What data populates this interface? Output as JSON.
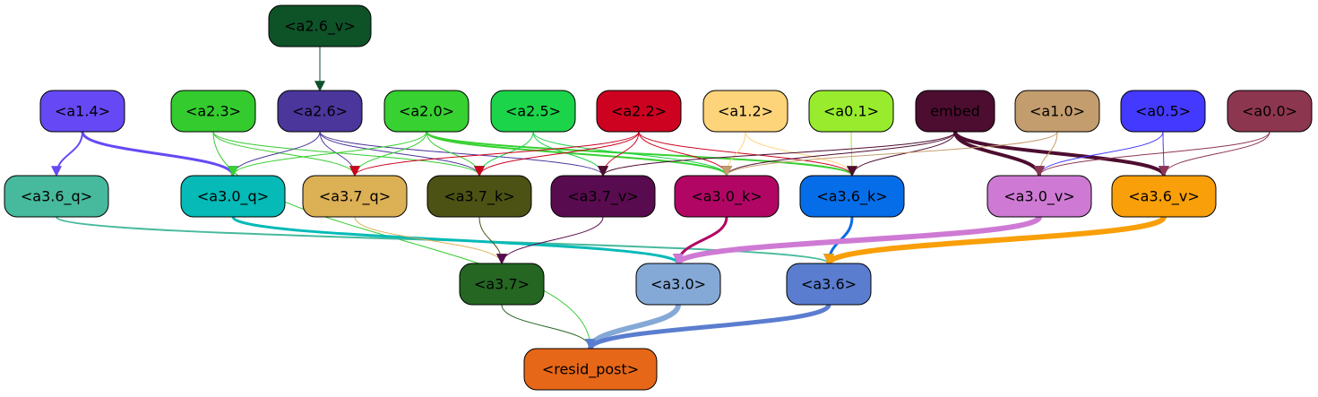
{
  "nodes": [
    {
      "id": "a2_6_v",
      "label": "<a2.6_v>",
      "fill": "#0e5228",
      "text": "#000000"
    },
    {
      "id": "a1_4",
      "label": "<a1.4>",
      "fill": "#6649f4",
      "text": "#000000"
    },
    {
      "id": "a2_3",
      "label": "<a2.3>",
      "fill": "#34cb2f",
      "text": "#000000"
    },
    {
      "id": "a2_6",
      "label": "<a2.6>",
      "fill": "#4b369c",
      "text": "#000000"
    },
    {
      "id": "a2_0",
      "label": "<a2.0>",
      "fill": "#37d131",
      "text": "#000000"
    },
    {
      "id": "a2_5",
      "label": "<a2.5>",
      "fill": "#1cd44a",
      "text": "#000000"
    },
    {
      "id": "a2_2",
      "label": "<a2.2>",
      "fill": "#cc0220",
      "text": "#000000"
    },
    {
      "id": "a1_2",
      "label": "<a1.2>",
      "fill": "#fed47a",
      "text": "#000000"
    },
    {
      "id": "a0_1",
      "label": "<a0.1>",
      "fill": "#98ec2d",
      "text": "#000000"
    },
    {
      "id": "embed",
      "label": "embed",
      "fill": "#4d0d30",
      "text": "#000000"
    },
    {
      "id": "a1_0",
      "label": "<a1.0>",
      "fill": "#c49d6e",
      "text": "#000000"
    },
    {
      "id": "a0_5",
      "label": "<a0.5>",
      "fill": "#443aff",
      "text": "#000000"
    },
    {
      "id": "a0_0",
      "label": "<a0.0>",
      "fill": "#8d3650",
      "text": "#000000"
    },
    {
      "id": "a3_6_q",
      "label": "<a3.6_q>",
      "fill": "#47b99c",
      "text": "#000000"
    },
    {
      "id": "a3_0_q",
      "label": "<a3.0_q>",
      "fill": "#05bab7",
      "text": "#000000"
    },
    {
      "id": "a3_7_q",
      "label": "<a3.7_q>",
      "fill": "#dcb054",
      "text": "#000000"
    },
    {
      "id": "a3_7_k",
      "label": "<a3.7_k>",
      "fill": "#4c5213",
      "text": "#000000"
    },
    {
      "id": "a3_7_v",
      "label": "<a3.7_v>",
      "fill": "#590b4f",
      "text": "#000000"
    },
    {
      "id": "a3_0_k",
      "label": "<a3.0_k>",
      "fill": "#b20664",
      "text": "#000000"
    },
    {
      "id": "a3_6_k",
      "label": "<a3.6_k>",
      "fill": "#066de8",
      "text": "#000000"
    },
    {
      "id": "a3_0_v",
      "label": "<a3.0_v>",
      "fill": "#ce7ad4",
      "text": "#000000"
    },
    {
      "id": "a3_6_v",
      "label": "<a3.6_v>",
      "fill": "#f89f09",
      "text": "#000000"
    },
    {
      "id": "a3_7",
      "label": "<a3.7>",
      "fill": "#246622",
      "text": "#000000"
    },
    {
      "id": "a3_0",
      "label": "<a3.0>",
      "fill": "#85a9d7",
      "text": "#000000"
    },
    {
      "id": "a3_6",
      "label": "<a3.6>",
      "fill": "#5a7dcf",
      "text": "#000000"
    },
    {
      "id": "resid_post",
      "label": "<resid_post>",
      "fill": "#e76718",
      "text": "#000000"
    }
  ],
  "edges": [
    {
      "from": "a2_6_v",
      "to": "a2_6",
      "color": "#0e5228",
      "weight": 1
    },
    {
      "from": "a1_4",
      "to": "a3_6_q",
      "color": "#6649f4",
      "weight": 2
    },
    {
      "from": "a1_4",
      "to": "a3_0_q",
      "color": "#6649f4",
      "weight": 3
    },
    {
      "from": "a2_3",
      "to": "a3_7_q",
      "color": "#34cb2f",
      "weight": 1
    },
    {
      "from": "a2_3",
      "to": "a3_7_k",
      "color": "#34cb2f",
      "weight": 1
    },
    {
      "from": "a2_3",
      "to": "resid_post",
      "color": "#34cb2f",
      "weight": 1
    },
    {
      "from": "a2_6",
      "to": "a3_0_q",
      "color": "#4b369c",
      "weight": 1
    },
    {
      "from": "a2_6",
      "to": "a3_7_q",
      "color": "#4b369c",
      "weight": 1
    },
    {
      "from": "a2_6",
      "to": "a3_7_k",
      "color": "#4b369c",
      "weight": 1
    },
    {
      "from": "a2_6",
      "to": "a3_7_v",
      "color": "#4b369c",
      "weight": 1
    },
    {
      "from": "a2_0",
      "to": "a3_0_q",
      "color": "#37d131",
      "weight": 1
    },
    {
      "from": "a2_0",
      "to": "a3_7_q",
      "color": "#37d131",
      "weight": 1
    },
    {
      "from": "a2_0",
      "to": "a3_7_k",
      "color": "#37d131",
      "weight": 1
    },
    {
      "from": "a2_0",
      "to": "a3_0_k",
      "color": "#37d131",
      "weight": 2
    },
    {
      "from": "a2_0",
      "to": "a3_6_k",
      "color": "#37d131",
      "weight": 2
    },
    {
      "from": "a2_5",
      "to": "a3_7_k",
      "color": "#1cd44a",
      "weight": 1
    },
    {
      "from": "a2_5",
      "to": "a3_7_v",
      "color": "#1cd44a",
      "weight": 1
    },
    {
      "from": "a2_5",
      "to": "a3_0_k",
      "color": "#1cd44a",
      "weight": 1
    },
    {
      "from": "a2_2",
      "to": "a3_7_q",
      "color": "#cc0220",
      "weight": 1
    },
    {
      "from": "a2_2",
      "to": "a3_7_k",
      "color": "#cc0220",
      "weight": 1
    },
    {
      "from": "a2_2",
      "to": "a3_7_v",
      "color": "#cc0220",
      "weight": 1
    },
    {
      "from": "a2_2",
      "to": "a3_0_k",
      "color": "#cc0220",
      "weight": 1
    },
    {
      "from": "a2_2",
      "to": "a3_6_k",
      "color": "#cc0220",
      "weight": 1
    },
    {
      "from": "a1_2",
      "to": "a3_0_k",
      "color": "#fed47a",
      "weight": 1
    },
    {
      "from": "a1_2",
      "to": "a3_6_k",
      "color": "#fed47a",
      "weight": 1
    },
    {
      "from": "a0_1",
      "to": "a3_6_k",
      "color": "#98ec2d",
      "weight": 1
    },
    {
      "from": "embed",
      "to": "a3_7_v",
      "color": "#4d0d30",
      "weight": 1
    },
    {
      "from": "embed",
      "to": "a3_0_k",
      "color": "#4d0d30",
      "weight": 1
    },
    {
      "from": "embed",
      "to": "a3_6_k",
      "color": "#4d0d30",
      "weight": 1
    },
    {
      "from": "embed",
      "to": "a3_0_v",
      "color": "#4d0d30",
      "weight": 4
    },
    {
      "from": "embed",
      "to": "a3_6_v",
      "color": "#4d0d30",
      "weight": 4
    },
    {
      "from": "a1_0",
      "to": "a3_0_v",
      "color": "#c49d6e",
      "weight": 1
    },
    {
      "from": "a1_0",
      "to": "a3_0_k",
      "color": "#c49d6e",
      "weight": 1
    },
    {
      "from": "a0_5",
      "to": "a3_0_v",
      "color": "#443aff",
      "weight": 1
    },
    {
      "from": "a0_5",
      "to": "a3_6_v",
      "color": "#443aff",
      "weight": 1
    },
    {
      "from": "a0_0",
      "to": "a3_0_v",
      "color": "#8d3650",
      "weight": 1
    },
    {
      "from": "a0_0",
      "to": "a3_6_v",
      "color": "#8d3650",
      "weight": 1
    },
    {
      "from": "a3_6_q",
      "to": "a3_6",
      "color": "#47b99c",
      "weight": 2
    },
    {
      "from": "a3_0_q",
      "to": "a3_0",
      "color": "#05bab7",
      "weight": 3
    },
    {
      "from": "a3_7_q",
      "to": "a3_7",
      "color": "#dcb054",
      "weight": 1
    },
    {
      "from": "a3_7_k",
      "to": "a3_7",
      "color": "#4c5213",
      "weight": 1
    },
    {
      "from": "a3_7_v",
      "to": "a3_7",
      "color": "#590b4f",
      "weight": 1
    },
    {
      "from": "a3_0_k",
      "to": "a3_0",
      "color": "#b20664",
      "weight": 3
    },
    {
      "from": "a3_6_k",
      "to": "a3_6",
      "color": "#066de8",
      "weight": 3
    },
    {
      "from": "a3_0_v",
      "to": "a3_0",
      "color": "#ce7ad4",
      "weight": 6
    },
    {
      "from": "a3_6_v",
      "to": "a3_6",
      "color": "#f89f09",
      "weight": 6
    },
    {
      "from": "a3_7",
      "to": "resid_post",
      "color": "#246622",
      "weight": 1
    },
    {
      "from": "a3_0",
      "to": "resid_post",
      "color": "#85a9d7",
      "weight": 6
    },
    {
      "from": "a3_6",
      "to": "resid_post",
      "color": "#5a7dcf",
      "weight": 5
    }
  ]
}
